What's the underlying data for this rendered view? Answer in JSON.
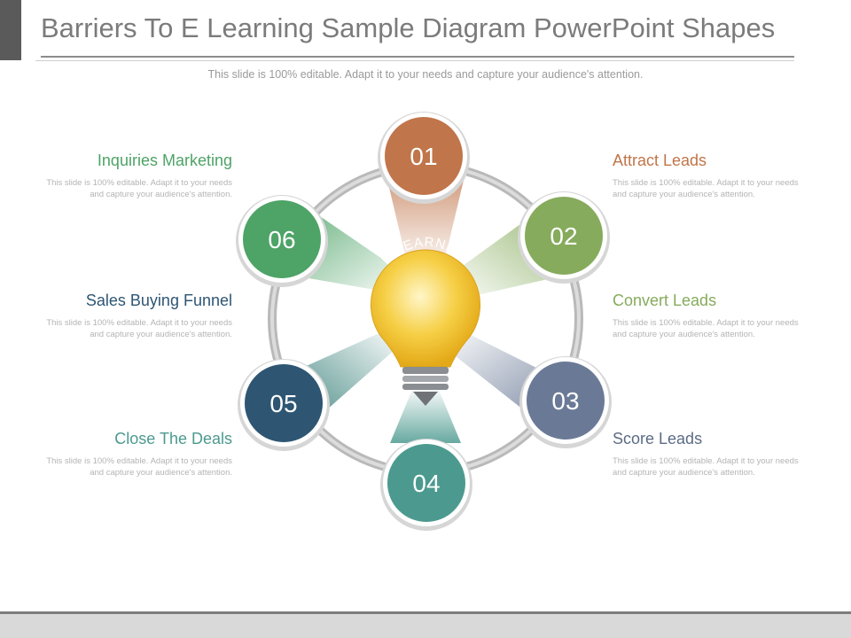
{
  "slide": {
    "title": "Barriers To E Learning Sample Diagram PowerPoint Shapes",
    "subtitle": "This slide is 100% editable. Adapt it to your needs and capture your audience's attention."
  },
  "center": {
    "label": "E-LEARNING",
    "bulb_color": "#f2c230"
  },
  "nodes": [
    {
      "number": "01",
      "color": "#c0754a"
    },
    {
      "number": "02",
      "color": "#86ab5c"
    },
    {
      "number": "03",
      "color": "#6a7a96"
    },
    {
      "number": "04",
      "color": "#4c9a8f"
    },
    {
      "number": "05",
      "color": "#2e5673"
    },
    {
      "number": "06",
      "color": "#4ea367"
    }
  ],
  "items": {
    "inquiries_marketing": {
      "label": "Inquiries Marketing",
      "desc": "This slide is 100% editable. Adapt it to your needs and capture your audience's attention.",
      "color": "#4ea367"
    },
    "attract_leads": {
      "label": "Attract Leads",
      "desc": "This slide is 100% editable. Adapt it to your needs and capture your audience's attention.",
      "color": "#c0754a"
    },
    "sales_buying_funnel": {
      "label": "Sales Buying Funnel",
      "desc": "This slide is 100% editable. Adapt it to your needs and capture your audience's attention.",
      "color": "#2e5673"
    },
    "convert_leads": {
      "label": "Convert Leads",
      "desc": "This slide is 100% editable. Adapt it to your needs and capture your audience's attention.",
      "color": "#86ab5c"
    },
    "close_the_deals": {
      "label": "Close The Deals",
      "desc": "This slide is 100% editable. Adapt it to your needs and capture your audience's attention.",
      "color": "#4c9a8f"
    },
    "score_leads": {
      "label": "Score Leads",
      "desc": "This slide is 100% editable. Adapt it to your needs and capture your audience's attention.",
      "color": "#5c6b85"
    }
  }
}
